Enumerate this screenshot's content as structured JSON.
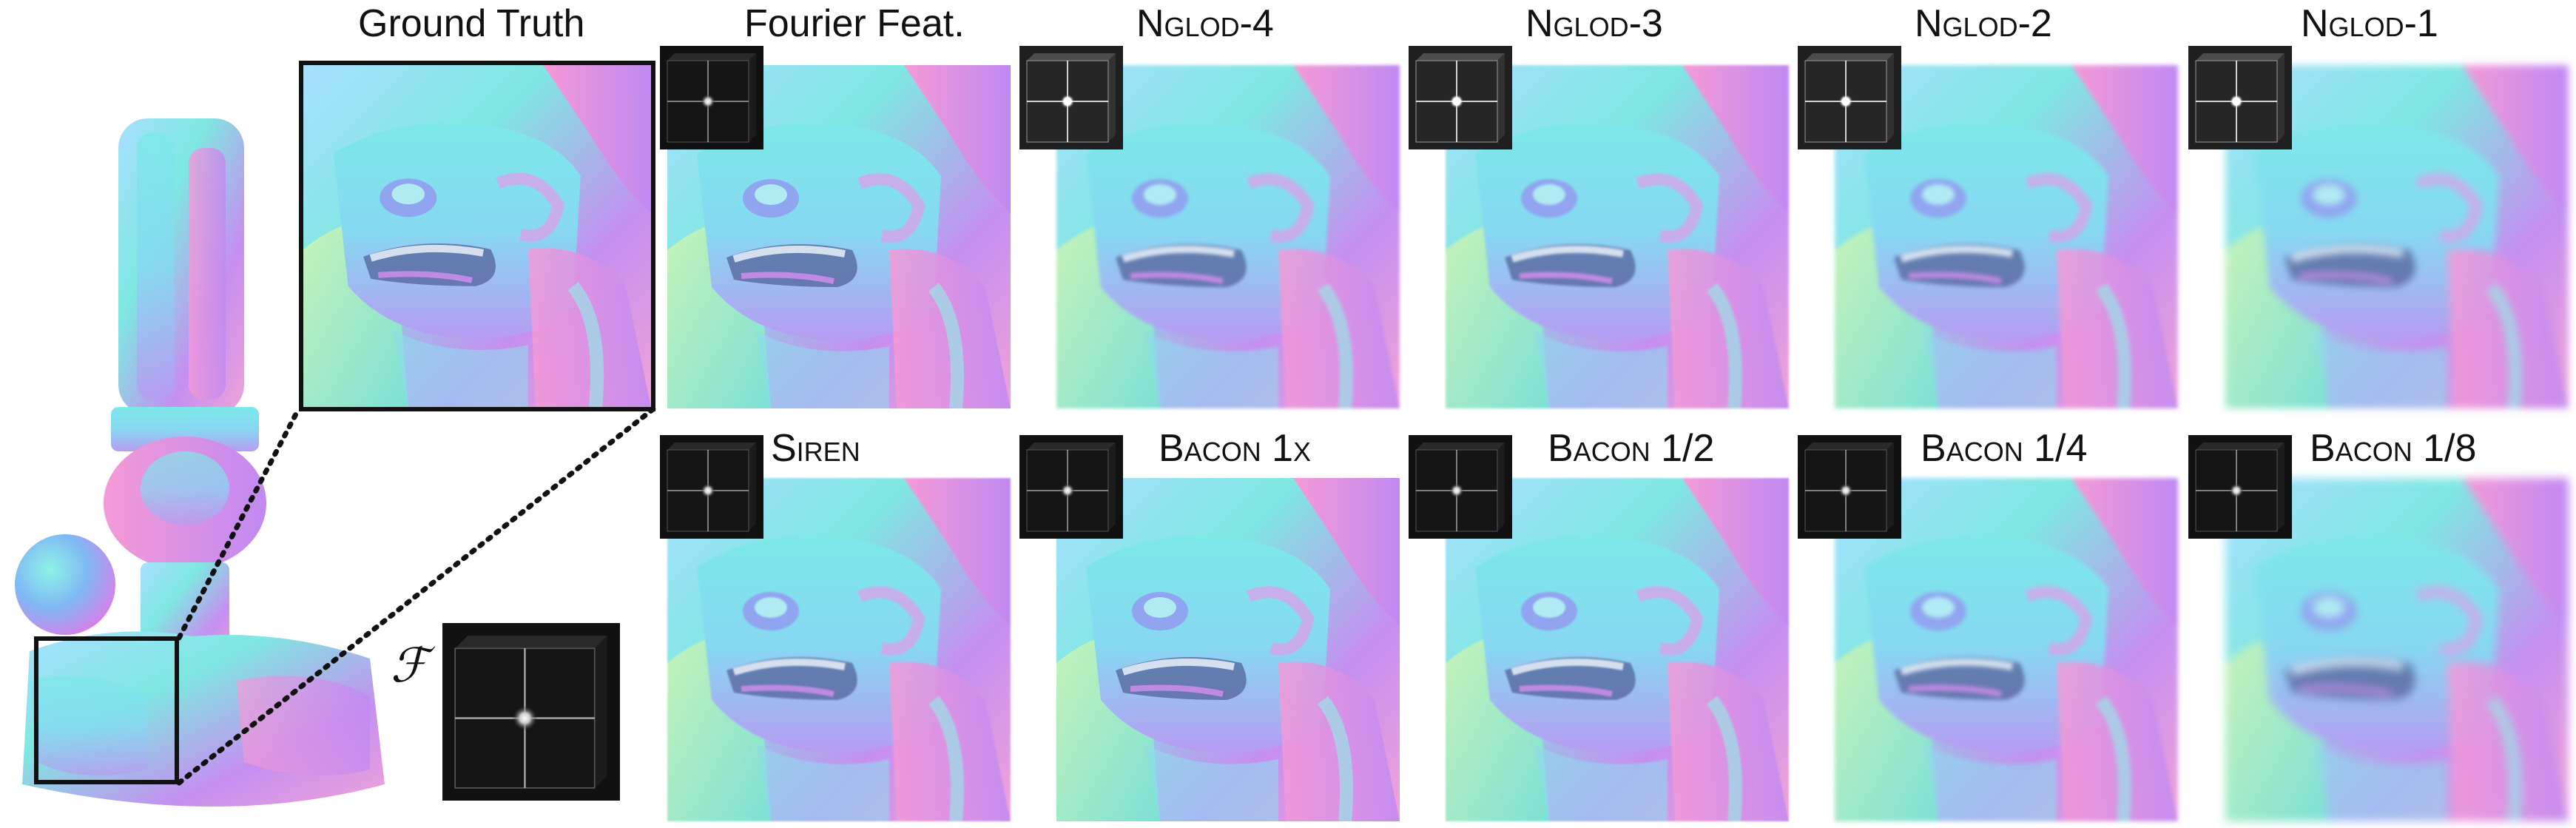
{
  "figure": {
    "columns": {
      "ground_truth": "Ground Truth",
      "fourier": "Fourier Feat.",
      "nglod4": "Nglod-4",
      "nglod3": "Nglod-3",
      "nglod2": "Nglod-2",
      "nglod1": "Nglod-1"
    },
    "bottom_row": {
      "siren": "Siren",
      "bacon_1x": "Bacon 1x",
      "bacon_half": "Bacon 1/2",
      "bacon_quarter": "Bacon 1/4",
      "bacon_eighth": "Bacon 1/8"
    },
    "fourier_symbol": "ℱ",
    "colors": {
      "normal_cyan": "#6fe0e6",
      "normal_pink": "#e07ae6",
      "normal_green": "#a6ebb0",
      "spectrum_bg": "#111111"
    }
  }
}
